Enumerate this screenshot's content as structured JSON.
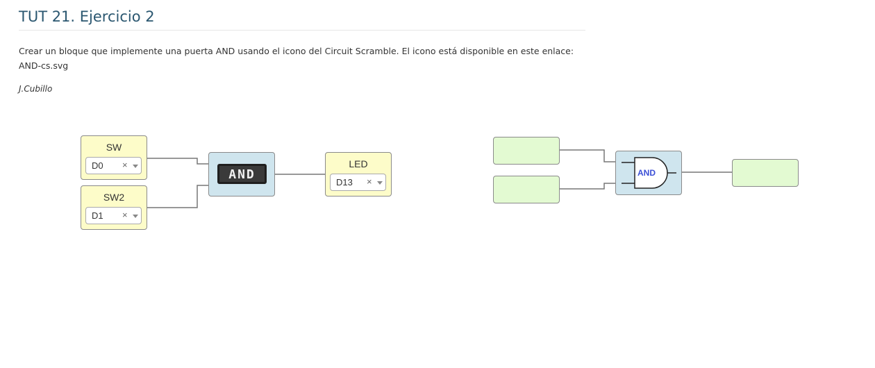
{
  "page": {
    "title": "TUT 21. Ejercicio 2",
    "description_line1": "Crear un bloque que implemente una puerta AND usando el icono del Circuit Scramble. El icono está disponible en este enlace:",
    "description_line2": "AND-cs.svg",
    "author": "J.Cubillo"
  },
  "circuit": {
    "inputs": [
      {
        "label": "SW",
        "pin": "D0"
      },
      {
        "label": "SW2",
        "pin": "D1"
      }
    ],
    "gate_label": "AND",
    "output": {
      "label": "LED",
      "pin": "D13"
    },
    "clear_symbol": "×"
  },
  "template": {
    "gate_label": "AND"
  },
  "colors": {
    "title": "#2b5770",
    "input_block": "#fdfcc9",
    "gate_block": "#cfe5ee",
    "template_block": "#e3fad2",
    "gate_text": "#3b4fd6",
    "wire": "#777777"
  }
}
